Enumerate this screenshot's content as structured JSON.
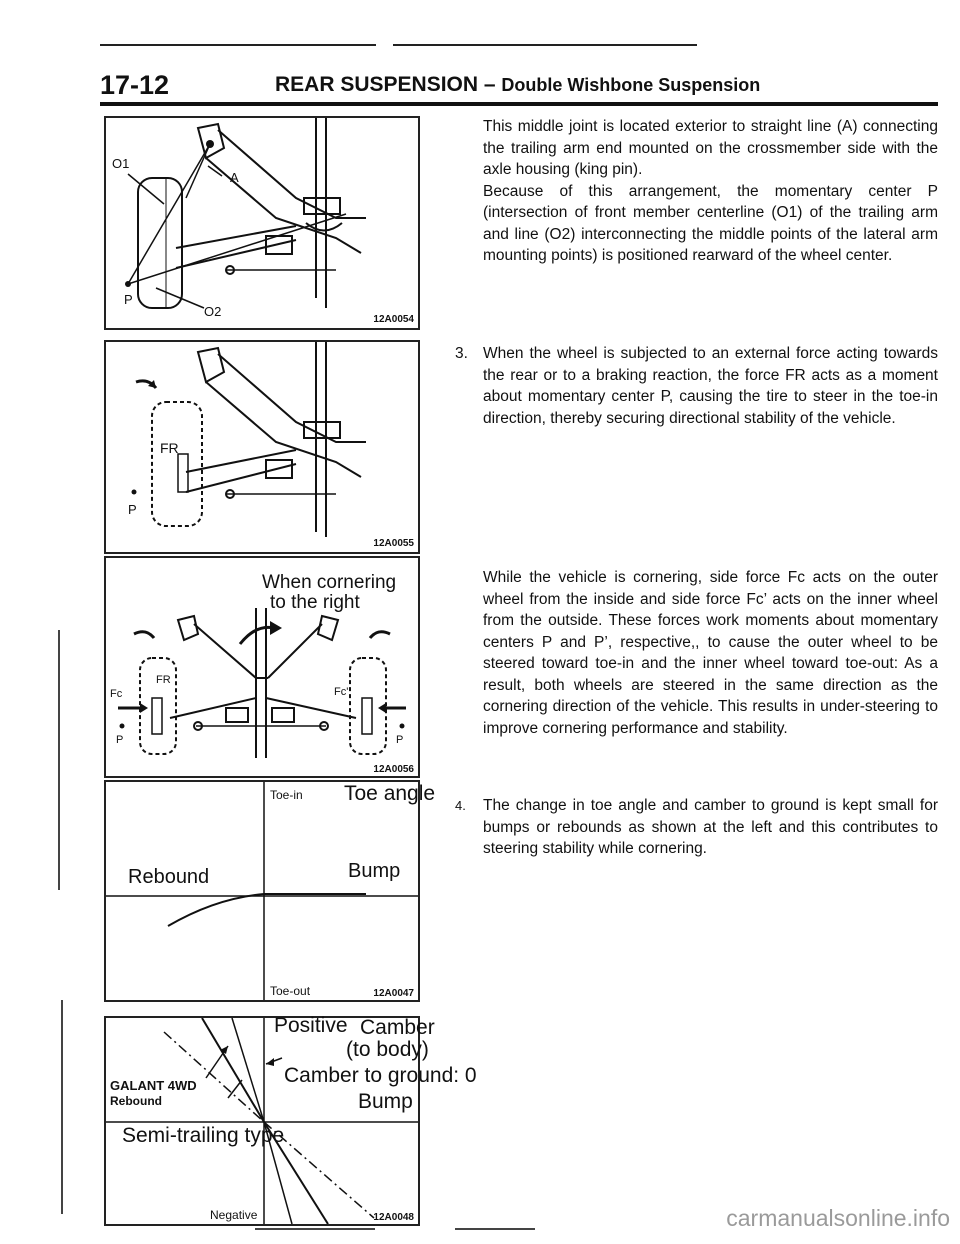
{
  "header": {
    "page_number": "17-12",
    "section": "REAR SUSPENSION",
    "dash": "–",
    "subsection": "Double Wishbone Suspension"
  },
  "figures": {
    "fig1": {
      "code": "12A0054",
      "labels": {
        "o1": "O1",
        "a": "A",
        "p": "P",
        "o2": "O2"
      }
    },
    "fig2": {
      "code": "12A0055",
      "labels": {
        "fr": "FR",
        "p": "P"
      }
    },
    "fig3": {
      "code": "12A0056",
      "caption_line1": "When cornering",
      "caption_line2": "to the right",
      "labels": {
        "fr": "FR",
        "fc": "Fc",
        "fc_prime": "Fc'",
        "p_left": "P",
        "p_right": "P"
      }
    },
    "fig4": {
      "code": "12A0047",
      "toe_in": "Toe-in",
      "toe_angle": "Toe angle",
      "rebound": "Rebound",
      "bump": "Bump",
      "toe_out": "Toe-out"
    },
    "fig5": {
      "code": "12A0048",
      "positive": "Positive",
      "camber": "Camber",
      "to_body": "(to body)",
      "galant": "GALANT 4WD",
      "rebound": "Rebound",
      "camber_ground": "Camber to ground: 0",
      "bump": "Bump",
      "semi_trailing": "Semi-trailing type",
      "negative": "Negative"
    }
  },
  "body": {
    "para1": "This middle joint is located exterior to straight line (A) connecting the trailing arm end mounted on the crossmember side with the axle housing (king pin).",
    "para2": "Because of this arrangement, the momentary center P (intersection of front member centerline (O1) of the trailing arm and line (O2) interconnecting the middle points of the lateral arm mounting points) is positioned rearward of the wheel center.",
    "item3_num": "3.",
    "item3": "When the wheel is subjected to an external force acting towards the rear or to a braking reaction, the force FR acts as a moment about momentary center P, causing the tire to steer in the toe-in direction, thereby securing directional stability of the vehicle.",
    "para4": "While the vehicle is cornering, side force Fc acts on the outer wheel from the inside and side force Fc’ acts on the inner wheel from the outside. These forces work moments about momentary centers P and P’, respective,, to cause the outer wheel to be steered toward toe-in and the inner wheel toward toe-out: As a result, both wheels are steered in the same direction as the cornering direction of the vehicle. This results in under-steering to improve cornering performance and stability.",
    "item4_num": "4.",
    "item4": "The change in toe angle and camber to ground is kept small for bumps or rebounds as shown at the left and this contributes to steering stability while cornering."
  },
  "watermark": "carmanualsonline.info"
}
